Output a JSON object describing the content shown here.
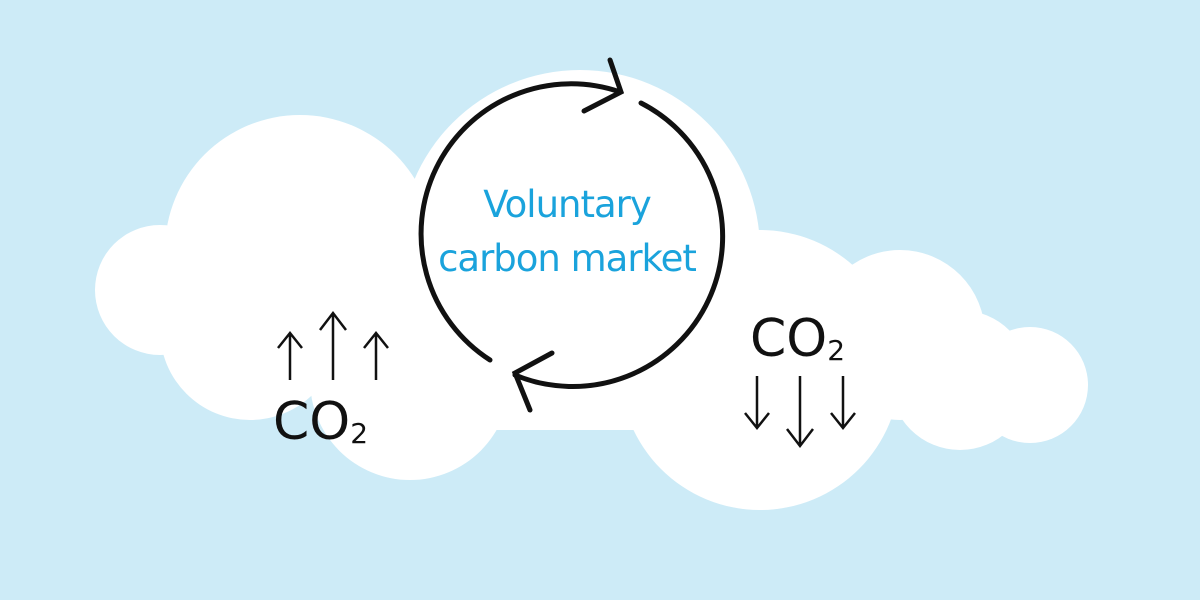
{
  "center_label": {
    "line1": "Voluntary",
    "line2": "carbon market"
  },
  "left_label": {
    "text": "CO",
    "subscript": "2",
    "direction": "up"
  },
  "right_label": {
    "text": "CO",
    "subscript": "2",
    "direction": "down"
  },
  "colors": {
    "background": "#cdebf7",
    "cloud": "#ffffff",
    "accent": "#1aa3dc",
    "ink": "#111111"
  }
}
